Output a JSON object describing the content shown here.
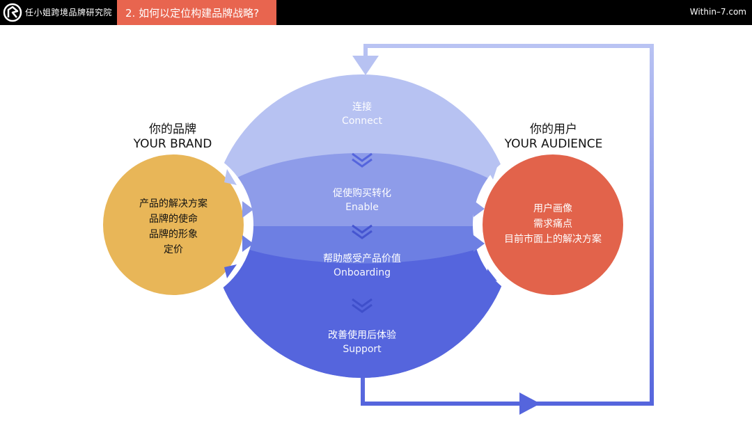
{
  "header": {
    "org_name": "任小姐跨境品牌研究院",
    "section_title": "2. 如何以定位构建品牌战略?",
    "site": "Within–7.com",
    "bar_color": "#000000",
    "accent_color": "#E8654F"
  },
  "brand": {
    "title_cn": "你的品牌",
    "title_en": "YOUR BRAND",
    "items": [
      "产品的解决方案",
      "品牌的使命",
      "品牌的形象",
      "定价"
    ],
    "color": "#E8B658"
  },
  "audience": {
    "title_cn": "你的用户",
    "title_en": "YOUR AUDIENCE",
    "items": [
      "用户画像",
      "需求痛点",
      "目前市面上的解决方案"
    ],
    "color": "#E2634B"
  },
  "stages": [
    {
      "cn": "连接",
      "en": "Connect",
      "color": "#B7C2F2"
    },
    {
      "cn": "促使购买转化",
      "en": "Enable",
      "color": "#8E9CE9"
    },
    {
      "cn": "帮助感受产品价值",
      "en": "Onboarding",
      "color": "#6D7FE3"
    },
    {
      "cn": "改善使用后体验",
      "en": "Support",
      "color": "#5565DD"
    }
  ]
}
